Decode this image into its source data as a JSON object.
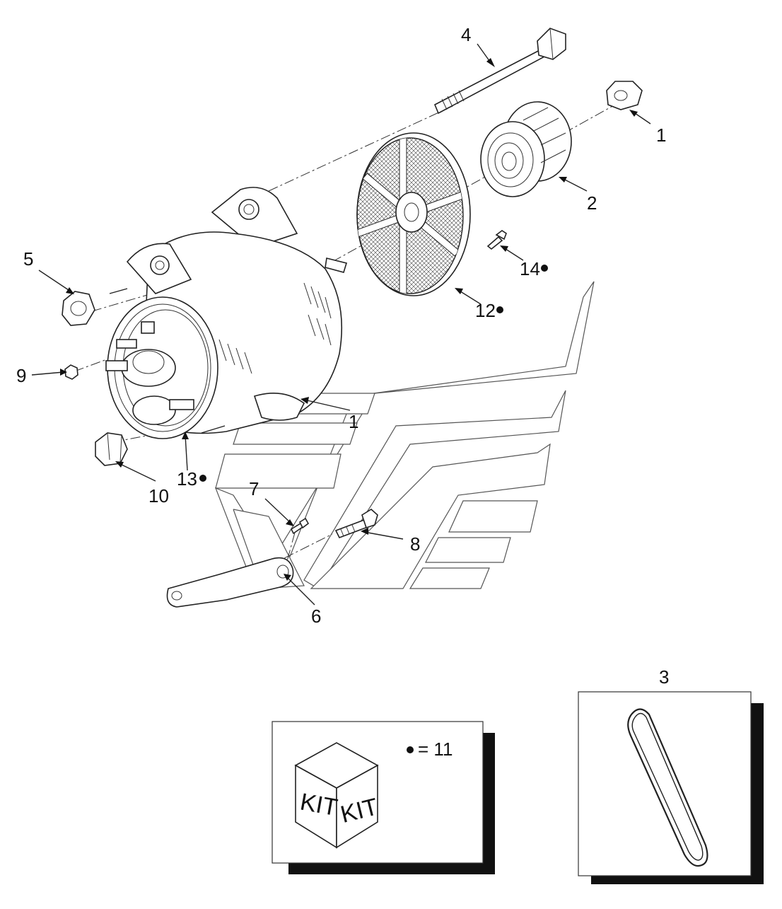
{
  "callouts": [
    {
      "id": "c1a",
      "text": "1"
    },
    {
      "id": "c1b",
      "text": "1"
    },
    {
      "id": "c2",
      "text": "2"
    },
    {
      "id": "c3",
      "text": "3"
    },
    {
      "id": "c4",
      "text": "4"
    },
    {
      "id": "c5",
      "text": "5"
    },
    {
      "id": "c6",
      "text": "6"
    },
    {
      "id": "c7",
      "text": "7"
    },
    {
      "id": "c8",
      "text": "8"
    },
    {
      "id": "c9",
      "text": "9"
    },
    {
      "id": "c10",
      "text": "10"
    },
    {
      "id": "c12",
      "text": "12"
    },
    {
      "id": "c13",
      "text": "13"
    },
    {
      "id": "c14",
      "text": "14"
    }
  ],
  "kit_box": {
    "face_left": "KIT",
    "face_right": "KIT",
    "legend": "= 11"
  },
  "colors": {
    "line": "#222222",
    "shadow": "#111111",
    "watermark": "#555555"
  }
}
